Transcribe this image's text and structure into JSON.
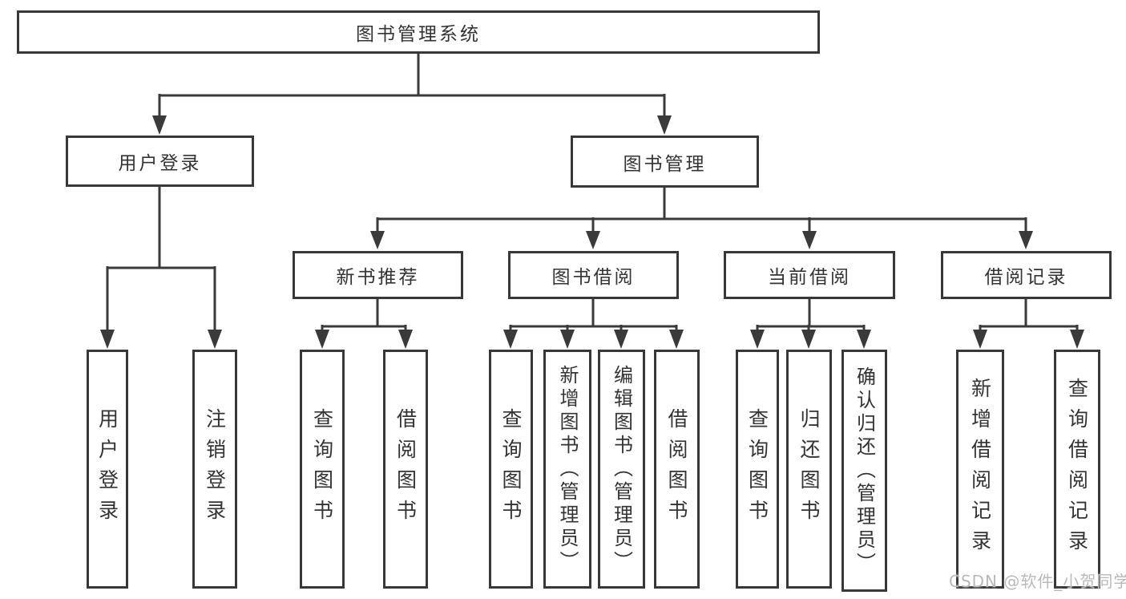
{
  "diagram": {
    "watermark": "CSDN @软件_小贺同学",
    "colors": {
      "line": "#3a3a3a",
      "text": "#333333",
      "box_background": "#ffffff",
      "watermark": "#b9b9b9"
    },
    "tree": {
      "label": "图书管理系统",
      "children": [
        {
          "label": "用户登录",
          "children": [
            {
              "label": "用户登录"
            },
            {
              "label": "注销登录"
            }
          ]
        },
        {
          "label": "图书管理",
          "children": [
            {
              "label": "新书推荐",
              "children": [
                {
                  "label": "查询图书"
                },
                {
                  "label": "借阅图书"
                }
              ]
            },
            {
              "label": "图书借阅",
              "children": [
                {
                  "label": "查询图书"
                },
                {
                  "label": "新增图书（管理员）"
                },
                {
                  "label": "编辑图书（管理员）"
                },
                {
                  "label": "借阅图书"
                }
              ]
            },
            {
              "label": "当前借阅",
              "children": [
                {
                  "label": "查询图书"
                },
                {
                  "label": "归还图书"
                },
                {
                  "label": "确认归还（管理员）"
                }
              ]
            },
            {
              "label": "借阅记录",
              "children": [
                {
                  "label": "新增借阅记录"
                },
                {
                  "label": "查询借阅记录"
                }
              ]
            }
          ]
        }
      ]
    }
  }
}
